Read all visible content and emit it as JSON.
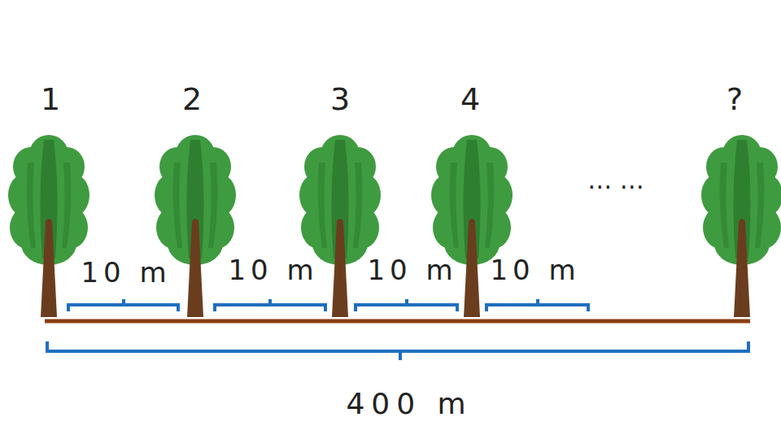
{
  "diagram": {
    "labels": [
      "1",
      "2",
      "3",
      "4",
      "?",
      "10 m",
      "10 m",
      "10 m",
      "10 m",
      "… …",
      "400 m"
    ]
  }
}
